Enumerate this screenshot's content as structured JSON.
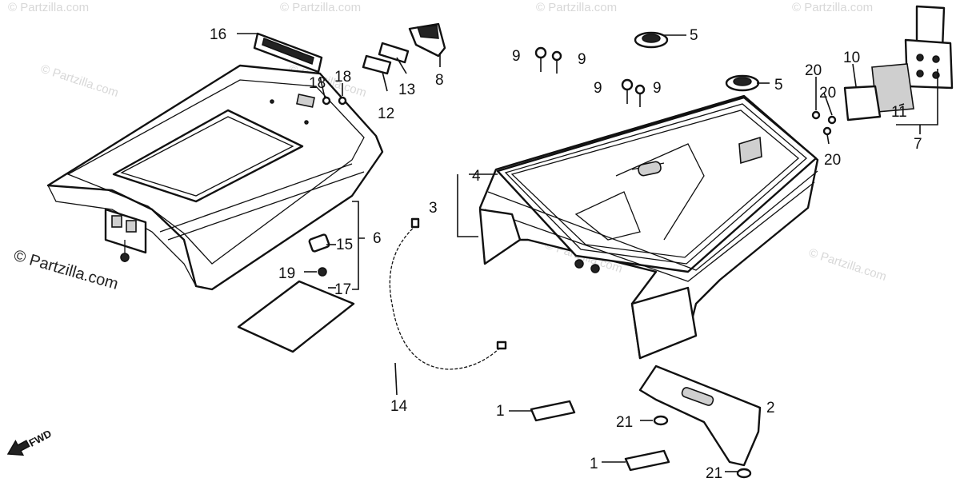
{
  "diagram": {
    "watermark_text": "© Partzilla.com",
    "copyright_text": "© Partzilla.com",
    "direction_label": "FWD",
    "callouts": {
      "c1a": "1",
      "c1b": "1",
      "c2": "2",
      "c3": "3",
      "c4": "4",
      "c5a": "5",
      "c5b": "5",
      "c6": "6",
      "c7": "7",
      "c8": "8",
      "c9a": "9",
      "c9b": "9",
      "c9c": "9",
      "c9d": "9",
      "c10": "10",
      "c11": "11",
      "c12": "12",
      "c13": "13",
      "c14": "14",
      "c15": "15",
      "c16": "16",
      "c17": "17",
      "c18a": "18",
      "c18b": "18",
      "c19": "19",
      "c20a": "20",
      "c20b": "20",
      "c20c": "20",
      "c21a": "21",
      "c21b": "21"
    },
    "colors": {
      "line": "#111111",
      "watermark": "#d8d8d8",
      "background": "#ffffff"
    }
  }
}
